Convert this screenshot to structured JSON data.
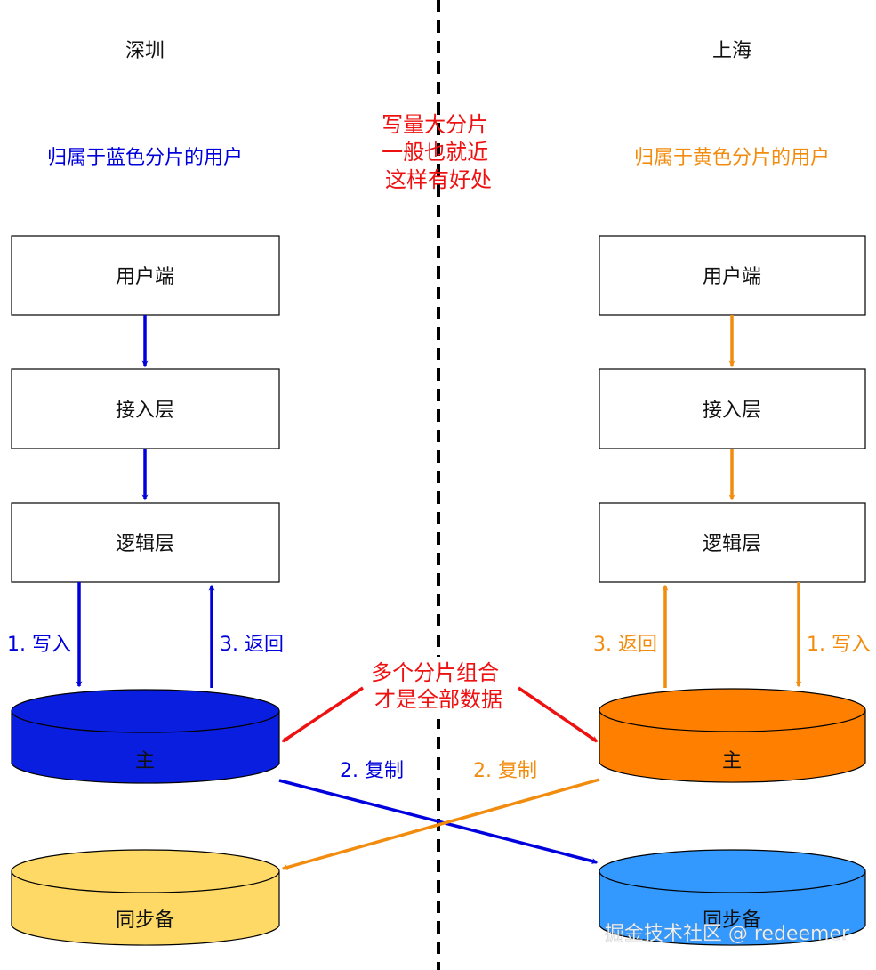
{
  "left": {
    "city": "深圳",
    "caption": "归属于蓝色分片的用户",
    "client": "用户端",
    "access": "接入层",
    "logic": "逻辑层",
    "write": "1. 写入",
    "ret": "3. 返回",
    "primary": "主",
    "standby": "同步备",
    "replicate": "2. 复制"
  },
  "right": {
    "city": "上海",
    "caption": "归属于黄色分片的用户",
    "client": "用户端",
    "access": "接入层",
    "logic": "逻辑层",
    "write": "1. 写入",
    "ret": "3. 返回",
    "primary": "主",
    "standby": "同步备",
    "replicate": "2. 复制"
  },
  "center": {
    "note_lines": [
      "写量大分片",
      "一般也就近",
      "这样有好处"
    ],
    "combine_lines": [
      "多个分片组合",
      "才是全部数据"
    ]
  },
  "watermark": "掘金技术社区 @ redeemer",
  "colors": {
    "blue": "#0000dd",
    "orange": "#f28c0f",
    "red": "#ee1111",
    "blue_db": "#0a1ee0",
    "orange_db": "#ff8000",
    "yellow_db": "#ffd966",
    "skyblue_db": "#3399ff"
  }
}
